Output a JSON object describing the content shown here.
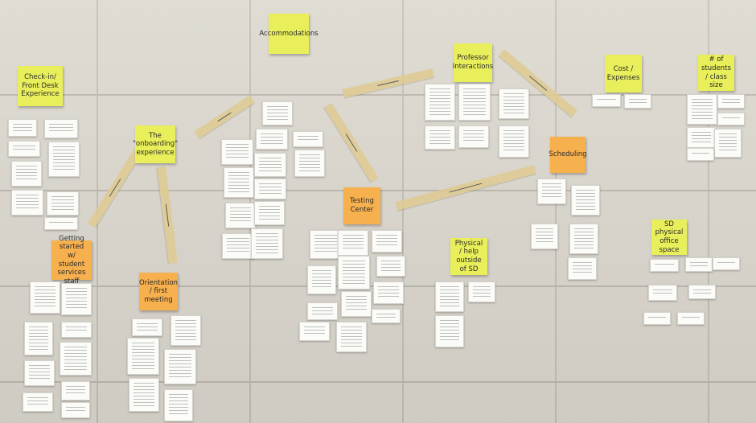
{
  "categories": [
    {
      "key": "checkin",
      "label": "Check-in/ Front Desk Experience",
      "color": "yellow"
    },
    {
      "key": "accommodations",
      "label": "Accommodations",
      "color": "yellow"
    },
    {
      "key": "professor",
      "label": "Professor Interactions",
      "color": "yellow"
    },
    {
      "key": "cost",
      "label": "Cost / Expenses",
      "color": "yellow"
    },
    {
      "key": "students",
      "label": "# of students / class size",
      "color": "yellow"
    },
    {
      "key": "onboarding",
      "label": "The \"onboarding\" experience",
      "color": "yellow"
    },
    {
      "key": "getting_started",
      "label": "Getting started w/ student services staff",
      "color": "orange"
    },
    {
      "key": "orientation",
      "label": "Orientation / first meeting",
      "color": "orange"
    },
    {
      "key": "testing",
      "label": "Testing Center",
      "color": "orange"
    },
    {
      "key": "scheduling",
      "label": "Scheduling",
      "color": "orange"
    },
    {
      "key": "physical",
      "label": "Physical / help outside of SD",
      "color": "yellow"
    },
    {
      "key": "physical_space",
      "label": "SD physical office space",
      "color": "yellow"
    }
  ],
  "colors": {
    "yellow_note": "#e9ef5a",
    "orange_note": "#f7b04e",
    "card": "#fbfbf8",
    "tape": "#dec991",
    "wall": "#dcd8cf"
  }
}
